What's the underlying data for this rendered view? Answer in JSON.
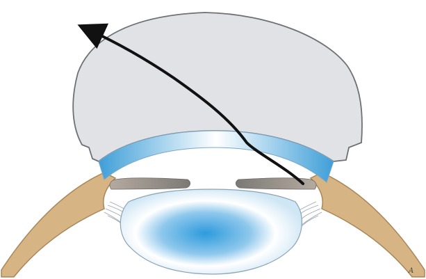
{
  "diagram": {
    "parts": [
      "gonioscopy-lens",
      "cornea",
      "scleral-wall",
      "iris",
      "crystalline-lens",
      "zonular-fibers",
      "light-path-arrow"
    ],
    "colors": {
      "lens_fill": "#e1e2e6",
      "lens_stroke": "#6f7075",
      "cornea": "#5aaee0",
      "cornea_light": "#ffffff",
      "sclera": "#d7b483",
      "sclera_stroke": "#a78658",
      "iris": "#8d8a86",
      "crystalline_center": "#2d9bdd",
      "crystalline_edge": "#dcecf6",
      "arrow": "#111111"
    },
    "signature": "A"
  }
}
